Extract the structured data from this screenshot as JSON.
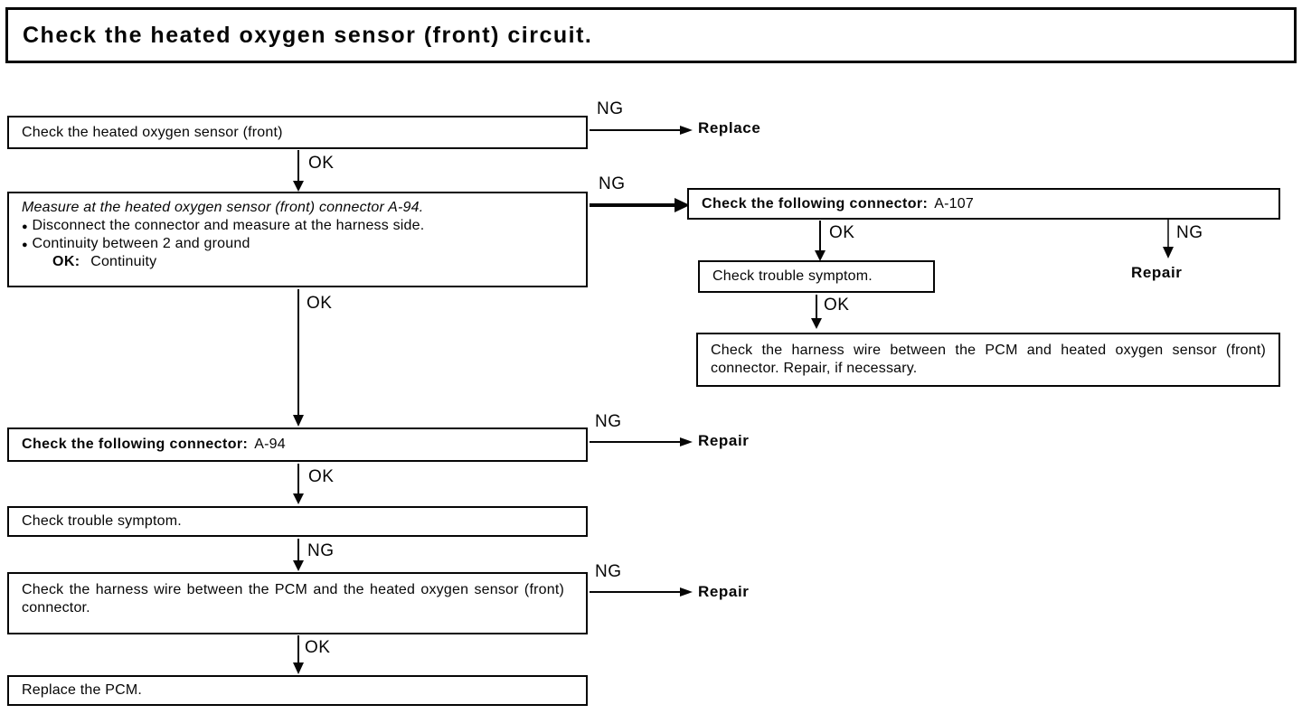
{
  "title": "Check the heated oxygen sensor (front) circuit.",
  "labels": {
    "ok": "OK",
    "ng": "NG"
  },
  "results": {
    "replace": "Replace",
    "repair": "Repair"
  },
  "bullet_char": "●",
  "colors": {
    "ink": "#060606",
    "paper": "#ffffff"
  },
  "boxes": {
    "b1": {
      "text": "Check the heated oxygen sensor (front)"
    },
    "b2": {
      "intro": "Measure at the heated oxygen sensor (front) connector A-94.",
      "bullet1": "Disconnect the connector and measure at the harness side.",
      "bullet2": "Continuity between 2 and ground",
      "ok_label": "OK:",
      "ok_value": "Continuity"
    },
    "b3": {
      "bold": "Check the following connector:",
      "normal": "A-94"
    },
    "b4": {
      "text": "Check trouble symptom."
    },
    "b5": {
      "text": "Check the harness wire between the PCM and the heated oxygen sensor (front) connector."
    },
    "b6": {
      "text": "Replace the PCM."
    },
    "r1": {
      "bold": "Check the following connector:",
      "normal": "A-107"
    },
    "r2": {
      "text": "Check trouble symptom."
    },
    "r3": {
      "text": "Check the harness wire between the PCM and heated oxygen sensor (front) connector. Repair, if necessary."
    }
  }
}
